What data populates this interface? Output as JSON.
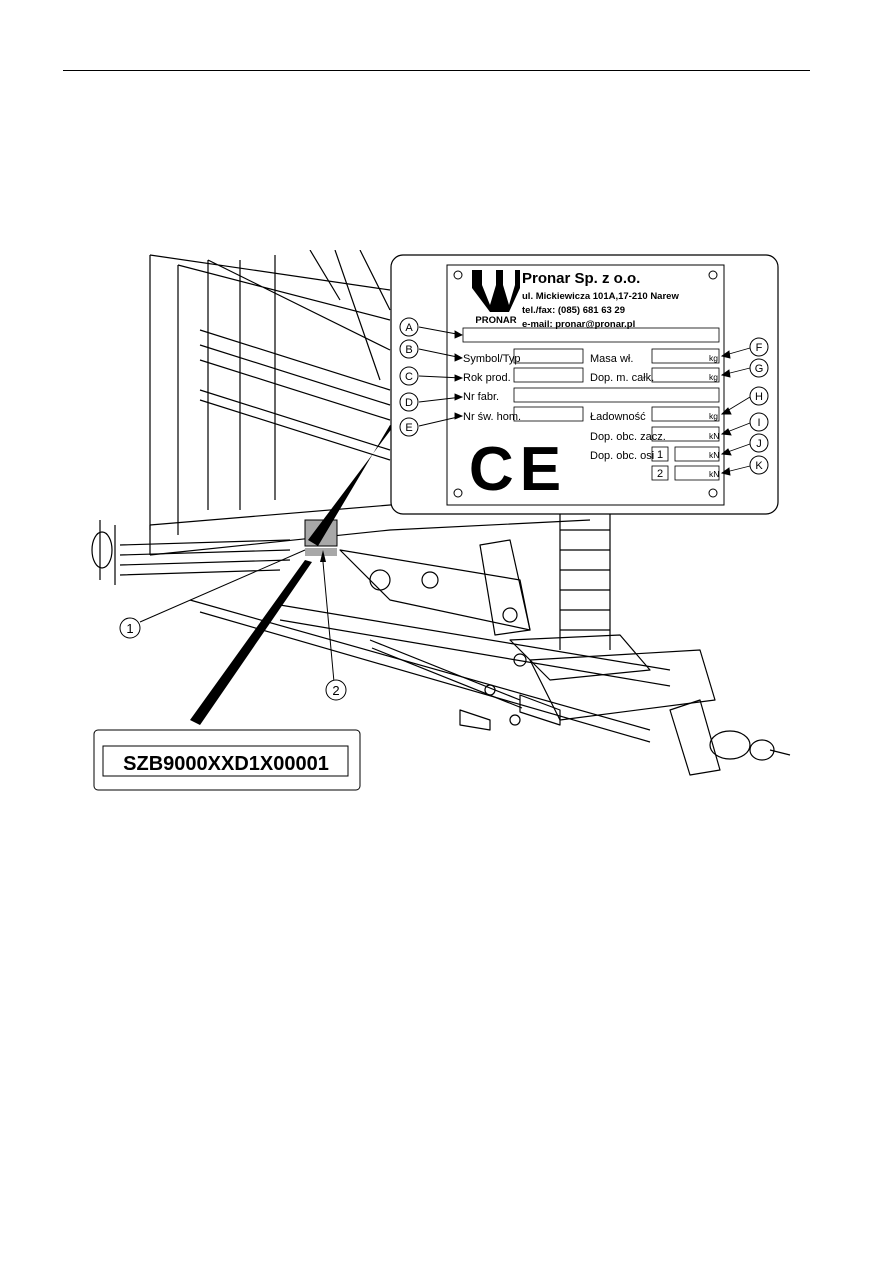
{
  "plate": {
    "company": "Pronar Sp. z o.o.",
    "address": "ul. Mickiewicza 101A,17-210 Narew",
    "phone": "tel./fax: (085) 681 63 29",
    "email": "e-mail: pronar@pronar.pl",
    "logo_text": "PRONAR",
    "ce_mark": "CE",
    "fields": {
      "symbol": "Symbol/Typ",
      "year": "Rok prod.",
      "serial": "Nr fabr.",
      "homologation": "Nr św. hom.",
      "mass": "Masa wł.",
      "gross": "Dop. m. całk.",
      "payload": "Ładowność",
      "hitch_load": "Dop. obc. zacz.",
      "axle_load": "Dop. obc. osi"
    },
    "units": {
      "kg": "kg",
      "kn": "kN"
    },
    "axle_numbers": [
      "1",
      "2"
    ]
  },
  "callouts": {
    "letters": [
      "A",
      "B",
      "C",
      "D",
      "E",
      "F",
      "G",
      "H",
      "I",
      "J",
      "K"
    ],
    "numbers": [
      "1",
      "2"
    ]
  },
  "vin": "SZB9000XXD1X00001"
}
